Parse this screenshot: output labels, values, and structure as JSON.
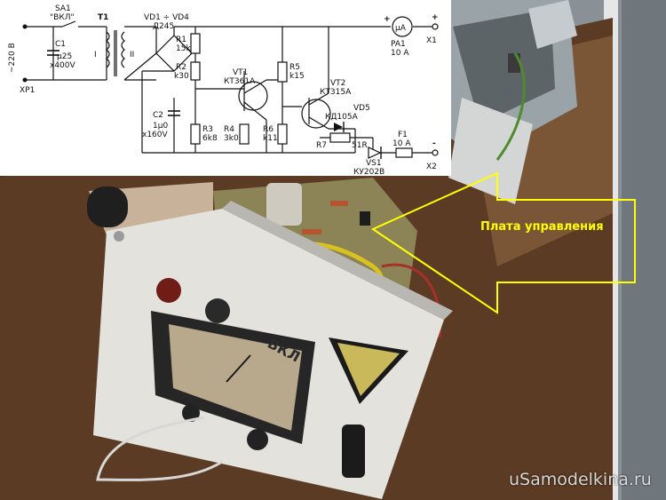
{
  "colors": {
    "callout_yellow": "#ffff00",
    "schematic_bg": "#ffffff",
    "ink": "#111111",
    "wood": "#5a3a22",
    "panel_white": "#e9e9e9"
  },
  "schematic": {
    "sa1": "SA1",
    "sa1_state": "\"ВКЛ\"",
    "voltage": "~220 В",
    "xp1": "ХР1",
    "c1": "C1",
    "c1_val": "μ25",
    "c1_volt": "x400V",
    "t1": "T1",
    "winding1": "I",
    "winding2": "II",
    "vd": "VD1 ÷ VD4",
    "vd_type": "Д245",
    "r1": "R1",
    "r1_val": "15k",
    "r2": "R2",
    "r2_val": "k30",
    "c2": "C2",
    "c2_val": "1μ0",
    "c2_volt": "x160V",
    "r3": "R3",
    "r3_val": "6k8",
    "r4": "R4",
    "r4_val": "3k0",
    "r5": "R5",
    "r5_val": "k15",
    "r6": "R6",
    "r6_val": "k11",
    "vt1": "VT1",
    "vt1_type": "КТ361А",
    "vt2": "VT2",
    "vt2_type": "КТ315А",
    "vd5": "VD5",
    "vd5_type": "КД105А",
    "r7": "R7",
    "r7_val": "51R",
    "vs1": "VS1",
    "vs1_type": "КУ202В",
    "pa1_symbol": "μA",
    "pa1": "PA1",
    "pa1_val": "10 A",
    "f1": "F1",
    "f1_val": "10 A",
    "x1": "X1",
    "x2": "X2",
    "plus": "+",
    "minus": "-"
  },
  "callout": {
    "label": "Плата управления"
  },
  "panel": {
    "engraving": "ВКЛ"
  },
  "watermark": {
    "text": "uSamodelkina.ru"
  }
}
